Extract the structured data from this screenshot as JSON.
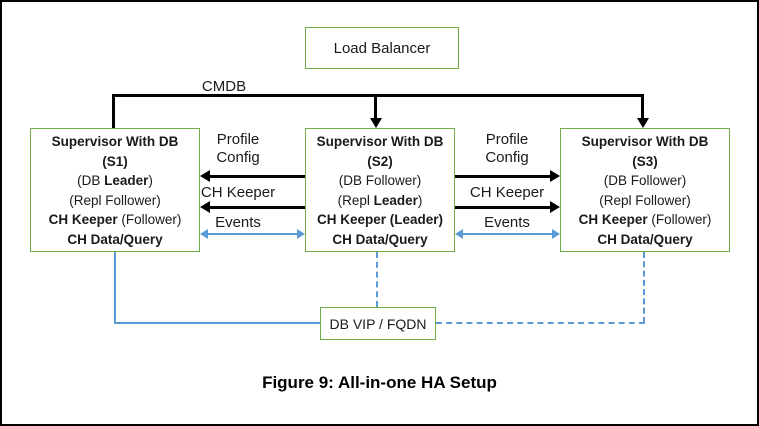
{
  "diagram": {
    "caption": "Figure 9: All-in-one HA Setup",
    "load_balancer_label": "Load Balancer",
    "cmdb_label": "CMDB",
    "db_vip_label": "DB VIP / FQDN",
    "arrow_labels": {
      "left": {
        "profile": "Profile\nConfig",
        "ch_keeper": "CH Keeper",
        "events": "Events"
      },
      "right": {
        "profile": "Profile\nConfig",
        "ch_keeper": "CH Keeper",
        "events": "Events"
      }
    },
    "nodes": [
      {
        "id": "S1",
        "lines": [
          [
            {
              "t": "Supervisor With DB",
              "b": true
            }
          ],
          [
            {
              "t": "(S1)",
              "b": true
            }
          ],
          [
            {
              "t": "(DB ",
              "b": false
            },
            {
              "t": "Leader",
              "b": true
            },
            {
              "t": ")",
              "b": false
            }
          ],
          [
            {
              "t": "(Repl Follower)",
              "b": false
            }
          ],
          [
            {
              "t": "CH Keeper",
              "b": true
            },
            {
              "t": " (Follower)",
              "b": false
            }
          ],
          [
            {
              "t": "CH Data/Query",
              "b": true
            }
          ]
        ]
      },
      {
        "id": "S2",
        "lines": [
          [
            {
              "t": "Supervisor With DB",
              "b": true
            }
          ],
          [
            {
              "t": "(S2)",
              "b": true
            }
          ],
          [
            {
              "t": "(DB Follower)",
              "b": false
            }
          ],
          [
            {
              "t": "(Repl ",
              "b": false
            },
            {
              "t": "Leader",
              "b": true
            },
            {
              "t": ")",
              "b": false
            }
          ],
          [
            {
              "t": "CH Keeper (Leader)",
              "b": true
            }
          ],
          [
            {
              "t": "CH Data/Query",
              "b": true
            }
          ]
        ]
      },
      {
        "id": "S3",
        "lines": [
          [
            {
              "t": "Supervisor With DB",
              "b": true
            }
          ],
          [
            {
              "t": "(S3)",
              "b": true
            }
          ],
          [
            {
              "t": "(DB Follower)",
              "b": false
            }
          ],
          [
            {
              "t": "(Repl Follower)",
              "b": false
            }
          ],
          [
            {
              "t": "CH Keeper",
              "b": true
            },
            {
              "t": " (Follower)",
              "b": false
            }
          ],
          [
            {
              "t": "CH Data/Query",
              "b": true
            }
          ]
        ]
      }
    ],
    "colors": {
      "box_border": "#70AD47",
      "connector_black": "#000000",
      "connector_blue": "#5B9BD5"
    }
  }
}
